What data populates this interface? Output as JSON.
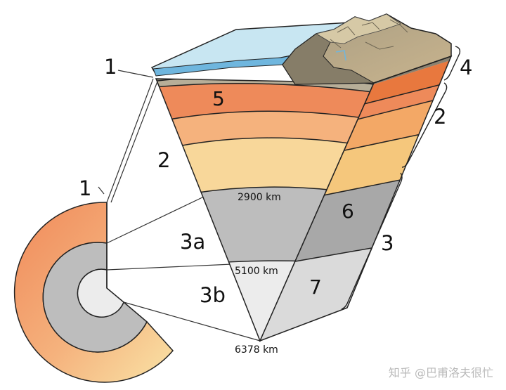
{
  "labels": {
    "left_1": "1",
    "left_2": "2",
    "label_3a": "3a",
    "label_3b": "3b",
    "small_1": "1",
    "layer_5": "5",
    "layer_6": "6",
    "layer_7": "7",
    "right_4": "4",
    "right_2": "2",
    "right_3": "3"
  },
  "depths": {
    "d2900": "2900 km",
    "d5100": "5100 km",
    "d6378": "6378 km"
  },
  "watermark": "知乎 @巴甫洛夫很忙",
  "colors": {
    "ocean": "#c8e6f2",
    "crust_dark": "#8b8270",
    "layer5": "#ee8a5a",
    "layer_mid": "#f5b27d",
    "layer_low": "#f8d79a",
    "outer_core": "#bdbdbd",
    "inner_core": "#ececec"
  }
}
